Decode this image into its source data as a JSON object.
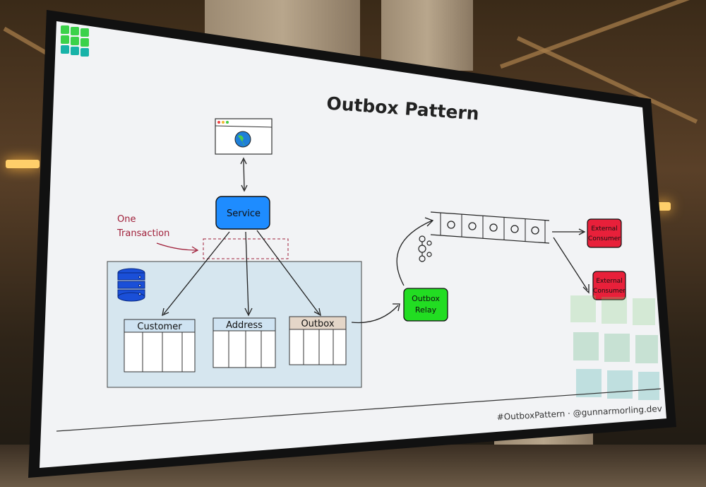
{
  "slide": {
    "title": "Outbox Pattern",
    "annotation_line1": "One",
    "annotation_line2": "Transaction",
    "service_label": "Service",
    "tables": {
      "customer": "Customer",
      "address": "Address",
      "outbox": "Outbox"
    },
    "relay_line1": "Outbox",
    "relay_line2": "Relay",
    "consumer1_line1": "External",
    "consumer1_line2": "Consumer",
    "consumer2_line1": "External",
    "consumer2_line2": "Consumer",
    "footer": "#OutboxPattern · @gunnarmorling.dev"
  },
  "colors": {
    "service": "#1e8cff",
    "relay": "#22dd22",
    "consumer": "#e8203a",
    "db_box": "#d6e6ef",
    "table_header": "#cfe3f2",
    "outbox_header": "#e4d6c8",
    "annotation": "#a0203a",
    "logo": [
      "#3bd24a",
      "#18b3a8"
    ]
  }
}
